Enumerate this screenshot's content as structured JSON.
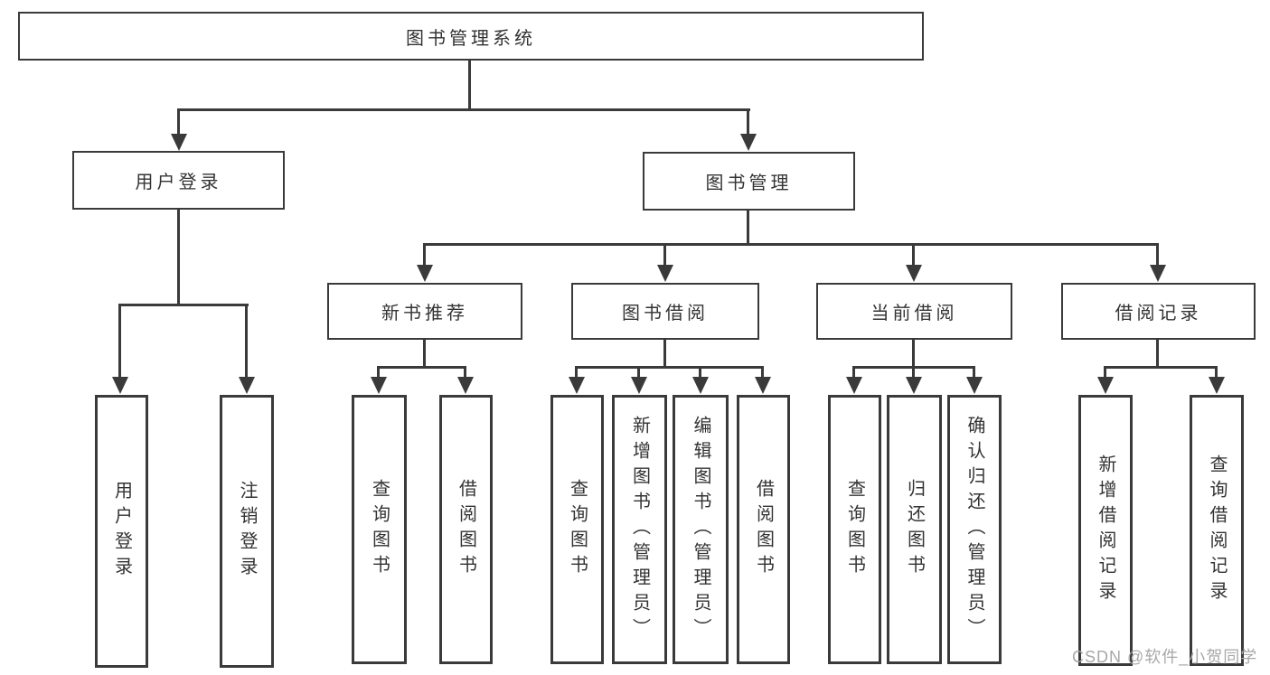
{
  "diagram": {
    "title": "图书管理系统",
    "root": {
      "label": "图书管理系统"
    },
    "branches": [
      {
        "label": "用户登录",
        "children": [
          {
            "label": "用户登录"
          },
          {
            "label": "注销登录"
          }
        ]
      },
      {
        "label": "图书管理",
        "children": [
          {
            "label": "新书推荐",
            "children": [
              {
                "label": "查询图书"
              },
              {
                "label": "借阅图书"
              }
            ]
          },
          {
            "label": "图书借阅",
            "children": [
              {
                "label": "查询图书"
              },
              {
                "label": "新增图书（管理员）"
              },
              {
                "label": "编辑图书（管理员）"
              },
              {
                "label": "借阅图书"
              }
            ]
          },
          {
            "label": "当前借阅",
            "children": [
              {
                "label": "查询图书"
              },
              {
                "label": "归还图书"
              },
              {
                "label": "确认归还（管理员）"
              }
            ]
          },
          {
            "label": "借阅记录",
            "children": [
              {
                "label": "新增借阅记录"
              },
              {
                "label": "查询借阅记录"
              }
            ]
          }
        ]
      }
    ]
  },
  "watermark": {
    "text": "CSDN @软件_小贺同学"
  },
  "colors": {
    "line": "#3a3a3a",
    "text": "#333333",
    "watermark": "#a8a8a8",
    "background": "#ffffff"
  }
}
